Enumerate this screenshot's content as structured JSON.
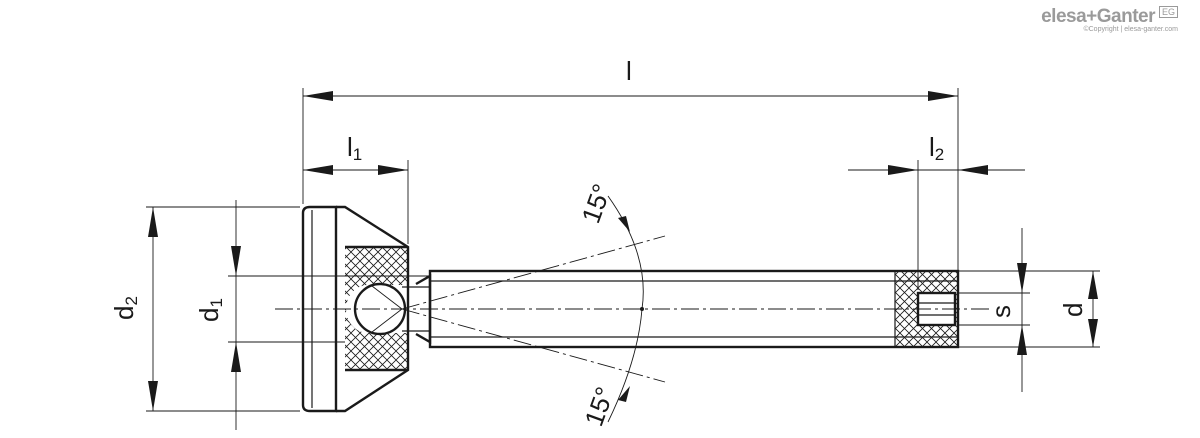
{
  "dimensions": {
    "l": "l",
    "l1": {
      "base": "l",
      "sub": "1"
    },
    "l2": {
      "base": "l",
      "sub": "2"
    },
    "d": "d",
    "d1": {
      "base": "d",
      "sub": "1"
    },
    "d2": {
      "base": "d",
      "sub": "2"
    },
    "s": "s",
    "angle_top": "15°",
    "angle_bottom": "15°"
  },
  "brand": {
    "logo": "elesa+Ganter",
    "badge": "EG",
    "copyright": "©Copyright | elesa-ganter.com"
  },
  "colors": {
    "line": "#1a1a1a",
    "watermark": "#9a9a9a"
  }
}
